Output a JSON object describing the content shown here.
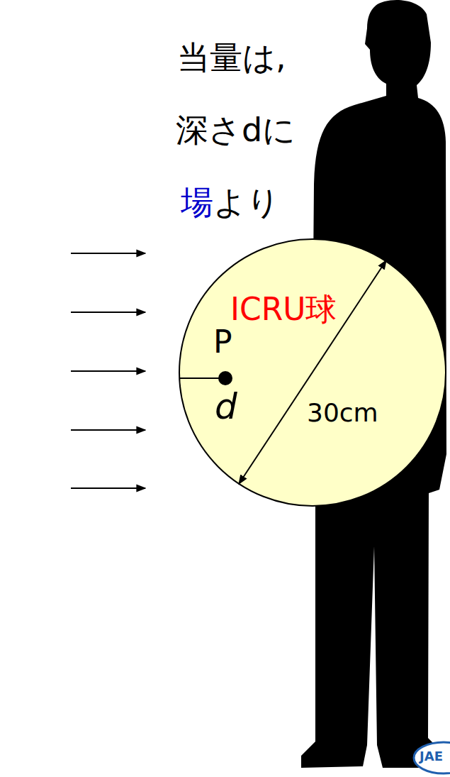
{
  "diagram": {
    "nodes": [
      {
        "text": [
          "P",
          "ICRU球",
          "d",
          "30cm"
        ]
      }
    ],
    "labels": [
      "当量は,",
      "深さdに",
      "場",
      "より",
      "JAE"
    ]
  }
}
